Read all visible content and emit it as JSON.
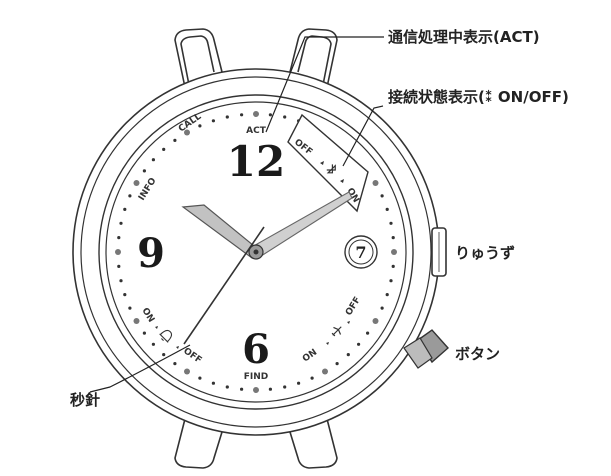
{
  "labels": {
    "act_callout": "通信処理中表示(ACT)",
    "bt_callout": "接続状態表示(⁑ ON/OFF)",
    "crown": "りゅうず",
    "button": "ボタン",
    "second_hand": "秒針"
  },
  "dial": {
    "numeral_12": "12",
    "numeral_9": "9",
    "numeral_6": "6",
    "date": "7",
    "act": "ACT",
    "call": "CALL",
    "info": "INFO",
    "find": "FIND",
    "on_left": "ON",
    "off_left": "OFF",
    "on_right": "ON",
    "off_right": "OFF",
    "bt_off": "OFF",
    "bt_on": "ON"
  },
  "icons": {
    "bell": "bell-icon",
    "plane": "airplane-icon",
    "bluetooth": "bluetooth-icon"
  },
  "colors": {
    "outline": "#333333",
    "hands": "#bfbfbf",
    "button_fill": "#9a9a9a",
    "text": "#222222"
  }
}
